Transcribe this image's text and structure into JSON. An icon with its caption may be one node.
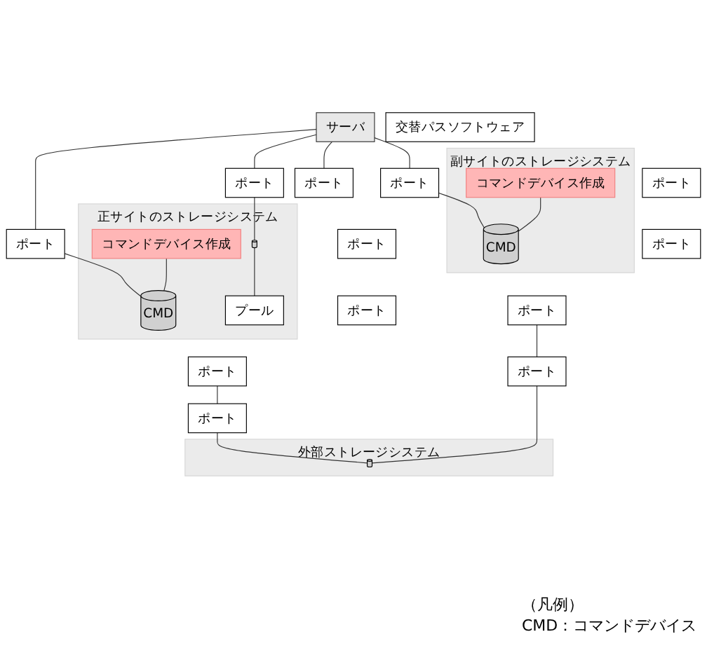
{
  "diagram": {
    "nodes": [
      {
        "text": [
          "サーバ"
        ]
      },
      {
        "text": [
          "交替パスソフトウェア"
        ]
      },
      {
        "text": [
          "ポート"
        ]
      },
      {
        "text": [
          "ポート"
        ]
      },
      {
        "text": [
          "ポート"
        ]
      },
      {
        "text": [
          "ポート"
        ]
      },
      {
        "text": [
          "正サイトのストレージシステム"
        ]
      },
      {
        "text": [
          "CMD"
        ],
        "in": 6
      },
      {
        "text": [],
        "shape": "cylinder",
        "in": 6
      },
      {
        "text": [
          "プール"
        ],
        "in": 6
      },
      {
        "text": [
          "コマンドデバイス作成"
        ],
        "in": 6
      },
      {
        "text": [
          "副サイトのストレージシステム"
        ]
      },
      {
        "text": [
          "CMD"
        ],
        "in": 11
      },
      {
        "text": [
          "コマンドデバイス作成"
        ],
        "in": 11
      },
      {
        "text": [
          "ポート"
        ]
      },
      {
        "text": [
          "ポート"
        ]
      },
      {
        "text": [
          "ポート"
        ]
      },
      {
        "text": [
          "ポート"
        ]
      },
      {
        "text": [
          "ポート"
        ]
      },
      {
        "text": [
          "ポート"
        ]
      },
      {
        "text": [
          "外部ストレージシステム"
        ]
      },
      {
        "text": [
          "ポート"
        ]
      },
      {
        "text": [
          "ポート"
        ]
      },
      {
        "text": [],
        "shape": "cylinder",
        "in": 20
      }
    ],
    "edges": [
      {
        "from": 0,
        "to": 2,
        "arrow": "none"
      },
      {
        "from": 0,
        "to": 3,
        "arrow": "none"
      },
      {
        "from": 0,
        "to": 4,
        "arrow": "none"
      },
      {
        "from": 0,
        "to": 5,
        "arrow": "none"
      },
      {
        "from": 2,
        "to": 7,
        "arrow": "none"
      },
      {
        "from": 3,
        "to": 8,
        "arrow": "none"
      },
      {
        "from": 8,
        "to": 9,
        "arrow": "none"
      },
      {
        "from": 5,
        "to": 12,
        "arrow": "none"
      },
      {
        "from": 10,
        "to": 7,
        "arrow": "none"
      },
      {
        "from": 13,
        "to": 12,
        "arrow": "none"
      },
      {
        "from": 18,
        "to": 21,
        "arrow": "none"
      },
      {
        "from": 19,
        "to": 22,
        "arrow": "none"
      },
      {
        "from": 21,
        "to": 23,
        "arrow": "none"
      },
      {
        "from": 22,
        "to": 23,
        "arrow": "none"
      }
    ],
    "labels": [
      "（凡例）",
      "CMD：コマンドデバイス"
    ]
  }
}
